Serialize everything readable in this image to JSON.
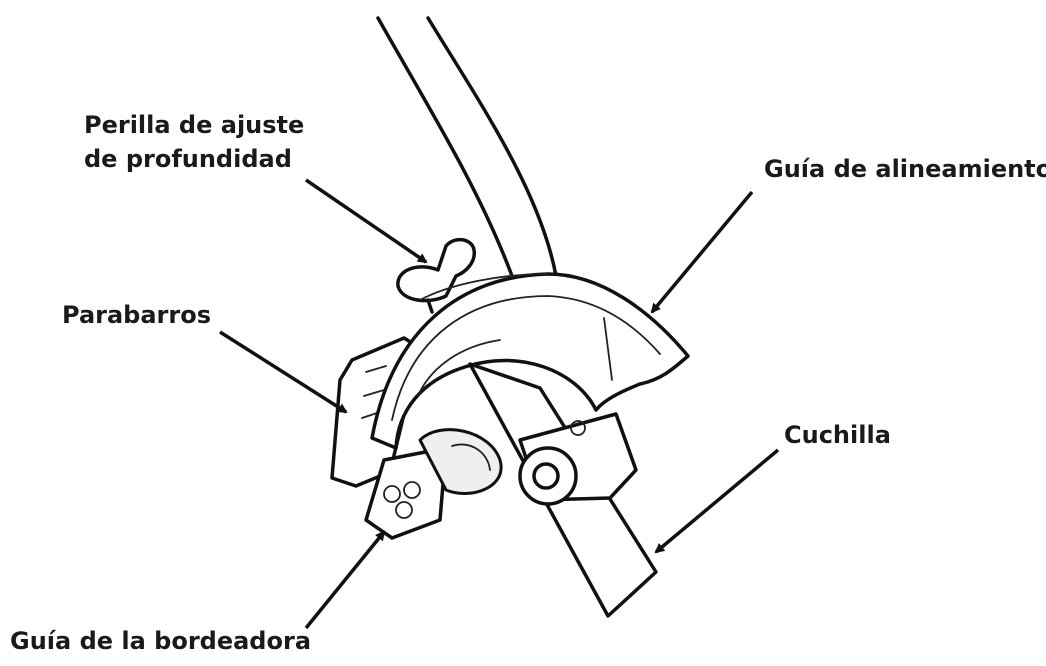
{
  "labels": {
    "depth_knob_line1": "Perilla de ajuste",
    "depth_knob_line2": "de profundidad",
    "mud_flap": "Parabarros",
    "alignment_guide": "Guía de alineamiento",
    "blade": "Cuchilla",
    "edger_guide": "Guía de la bordeadora"
  }
}
